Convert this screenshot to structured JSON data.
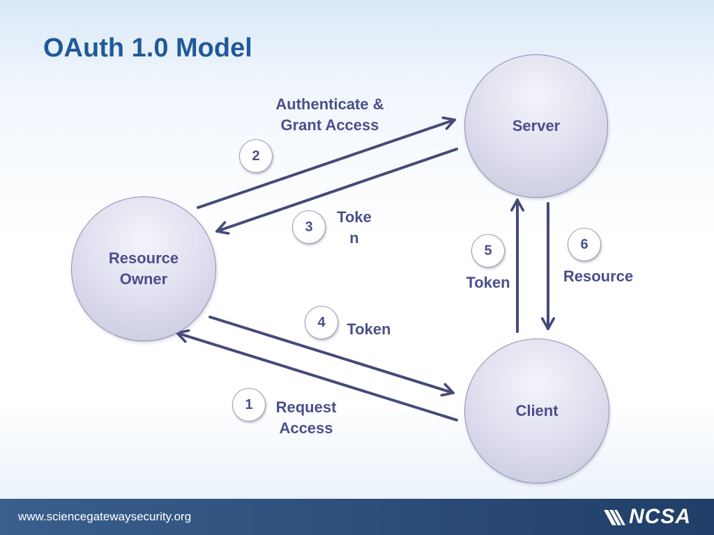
{
  "slide": {
    "title": "OAuth 1.0 Model"
  },
  "nodes": {
    "server": "Server",
    "resource_owner": "Resource\nOwner",
    "client": "Client"
  },
  "steps": [
    {
      "number": "1",
      "label": "Request\nAccess"
    },
    {
      "number": "2",
      "label": "Authenticate &\nGrant Access"
    },
    {
      "number": "3",
      "label": "Toke\nn"
    },
    {
      "number": "4",
      "label": "Token"
    },
    {
      "number": "5",
      "label": "Token"
    },
    {
      "number": "6",
      "label": "Resource"
    }
  ],
  "footer": {
    "url": "www.sciencegatewaysecurity.org",
    "logo": "NCSA"
  },
  "colors": {
    "title": "#1f5a99",
    "arrow": "#454a7a",
    "node_text": "#4a4f8a",
    "footer_bg": "#203e67"
  }
}
